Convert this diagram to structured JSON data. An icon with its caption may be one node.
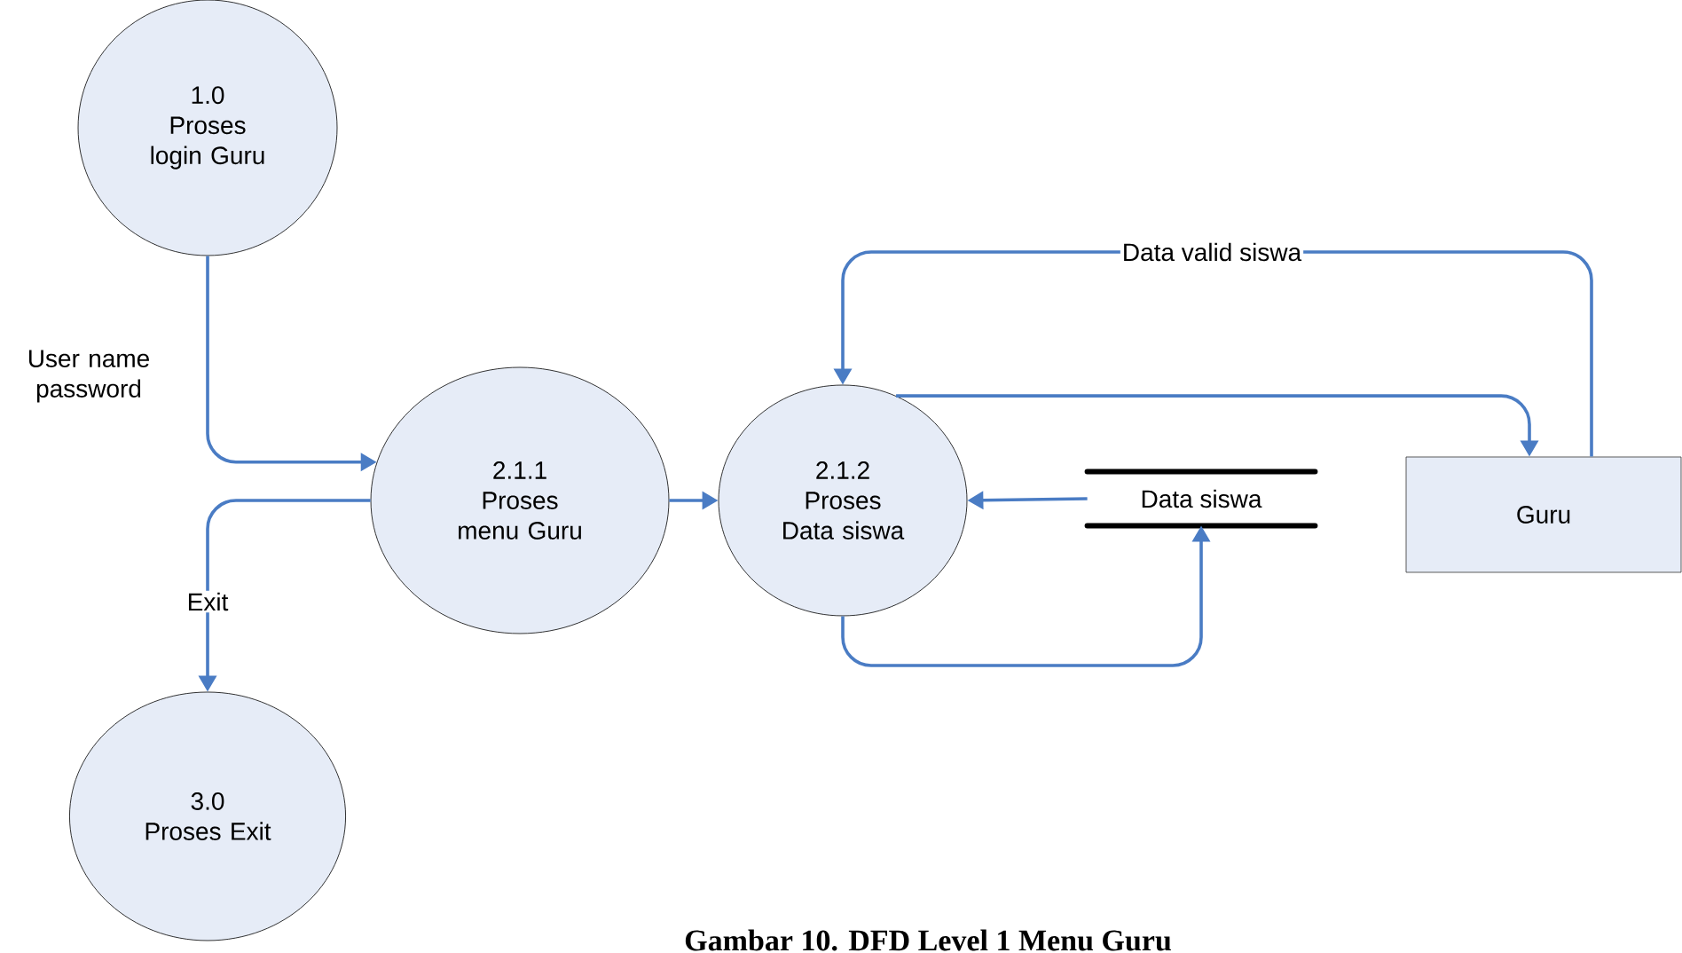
{
  "diagram": {
    "caption": "Gambar 10. DFD Level 1 Menu Guru",
    "nodes": [
      {
        "text": [
          "1.0",
          "Proses login Guru"
        ]
      },
      {
        "text": [
          "2.1.1",
          "Proses menu Guru"
        ]
      },
      {
        "text": [
          "2.1.2",
          "Proses Data siswa"
        ]
      },
      {
        "text": [
          "Data siswa"
        ]
      },
      {
        "text": [
          "Guru"
        ]
      },
      {
        "text": [
          "3.0",
          "Proses Exit"
        ]
      }
    ],
    "edges": [
      {
        "from": 0,
        "to": 1,
        "arrow": "to",
        "label": "User name password"
      },
      {
        "from": 1,
        "to": 2,
        "arrow": "to"
      },
      {
        "from": 1,
        "to": 5,
        "arrow": "to",
        "label": "Exit"
      },
      {
        "from": 3,
        "to": 2,
        "arrow": "to"
      },
      {
        "from": 2,
        "to": 3,
        "arrow": "to"
      },
      {
        "from": 2,
        "to": 4,
        "arrow": "to"
      },
      {
        "from": 4,
        "to": 2,
        "arrow": "to",
        "label": "Data valid siswa"
      }
    ]
  }
}
